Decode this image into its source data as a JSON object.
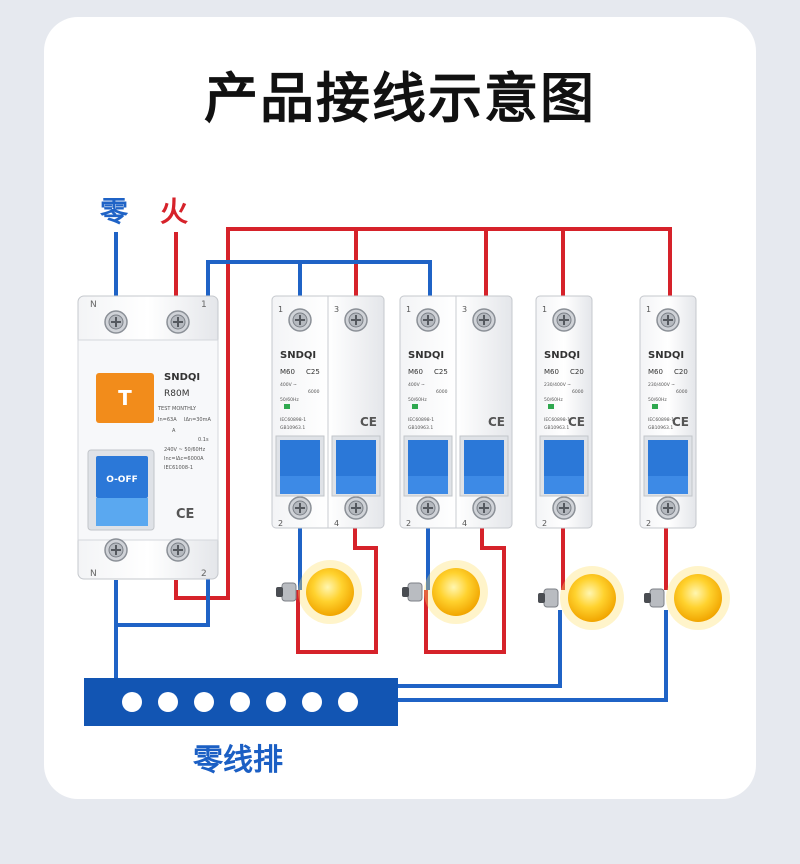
{
  "title": "产品接线示意图",
  "labels": {
    "neutral": "零",
    "live": "火",
    "neutral_bar": "零线排"
  },
  "colors": {
    "live_wire": "#d6222a",
    "neutral_wire": "#1f63c6",
    "busbar": "#1255b3",
    "handle": "#2b78d8",
    "test_button": "#f28c1b",
    "lamp": "#ffc41a"
  },
  "rcd": {
    "brand": "SNDQI",
    "model": "R80M",
    "test_button": "T",
    "test_text": "TEST MONTHLY",
    "spec_in": "In=63A",
    "spec_idn": "IΔn=30mA",
    "spec_type": "A",
    "spec_time": "0.1s",
    "spec_voltage": "240V ~ 50/60Hz",
    "spec_inc": "Inc=IΔc=6000A",
    "standard": "IEC61008-1",
    "handle_text": "O-OFF",
    "terminal_top_left": "N",
    "terminal_top_right": "1",
    "terminal_bottom_left": "N",
    "terminal_bottom_right": "2"
  },
  "breakers": [
    {
      "brand": "SNDQI",
      "model": "M60",
      "rating": "C25",
      "voltage": "400V ~",
      "capacity": "6000",
      "freq": "50/60Hz",
      "std1": "IEC60898-1",
      "std2": "GB10963.1",
      "top_terminals": [
        "1",
        "3"
      ],
      "bottom_terminals": [
        "2",
        "4"
      ]
    },
    {
      "brand": "SNDQI",
      "model": "M60",
      "rating": "C25",
      "voltage": "400V ~",
      "capacity": "6000",
      "freq": "50/60Hz",
      "std1": "IEC60898-1",
      "std2": "GB10963.1",
      "top_terminals": [
        "1",
        "3"
      ],
      "bottom_terminals": [
        "2",
        "4"
      ]
    },
    {
      "brand": "SNDQI",
      "model": "M60",
      "rating": "C20",
      "voltage": "230/400V ~",
      "capacity": "6000",
      "freq": "50/60Hz",
      "std1": "IEC60898-1",
      "std2": "GB10963.1",
      "top_terminals": [
        "1"
      ],
      "bottom_terminals": [
        "2"
      ]
    },
    {
      "brand": "SNDQI",
      "model": "M60",
      "rating": "C20",
      "voltage": "230/400V ~",
      "capacity": "6000",
      "freq": "50/60Hz",
      "std1": "IEC60898-1",
      "std2": "GB10963.1",
      "top_terminals": [
        "1"
      ],
      "bottom_terminals": [
        "2"
      ]
    }
  ],
  "ce_mark": "CE"
}
